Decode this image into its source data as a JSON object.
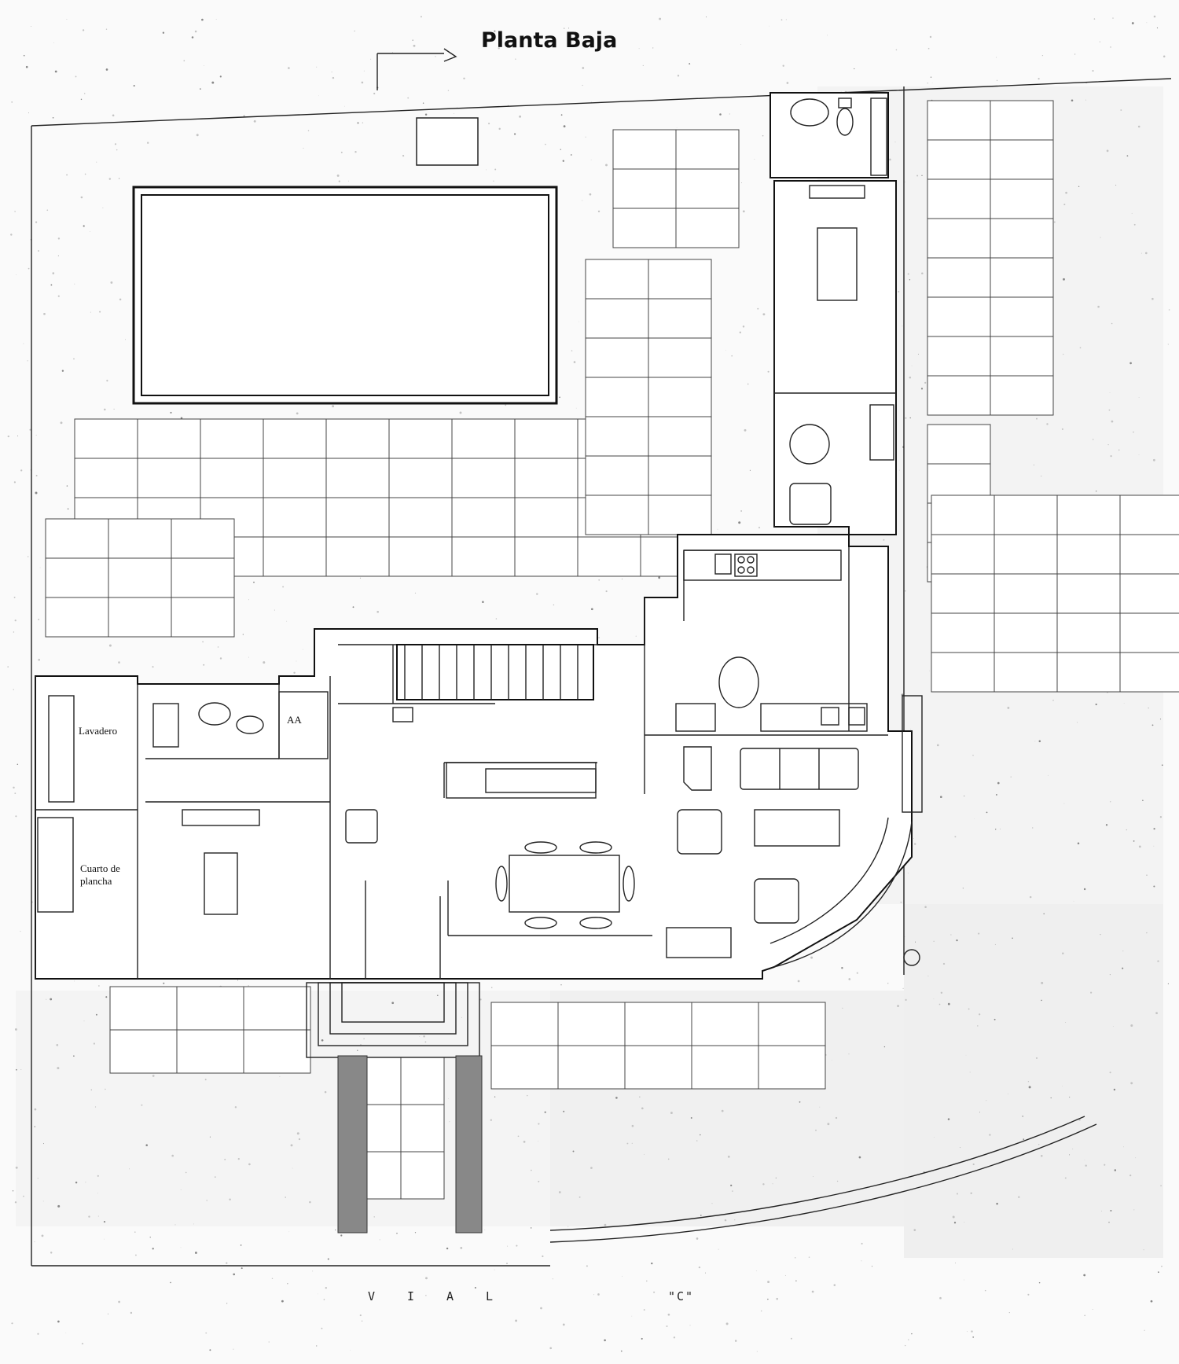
{
  "title": "Planta Baja",
  "rooms": {
    "lavadero": "Lavadero",
    "cuarto_de_plancha": "Cuarto de plancha",
    "aa": "AA"
  },
  "road": {
    "letters": [
      "V",
      "I",
      "A",
      "L"
    ],
    "name": "\"C\""
  },
  "colors": {
    "background": "#ffffff",
    "lines": "#111111",
    "texture": "#d9d9d9"
  }
}
